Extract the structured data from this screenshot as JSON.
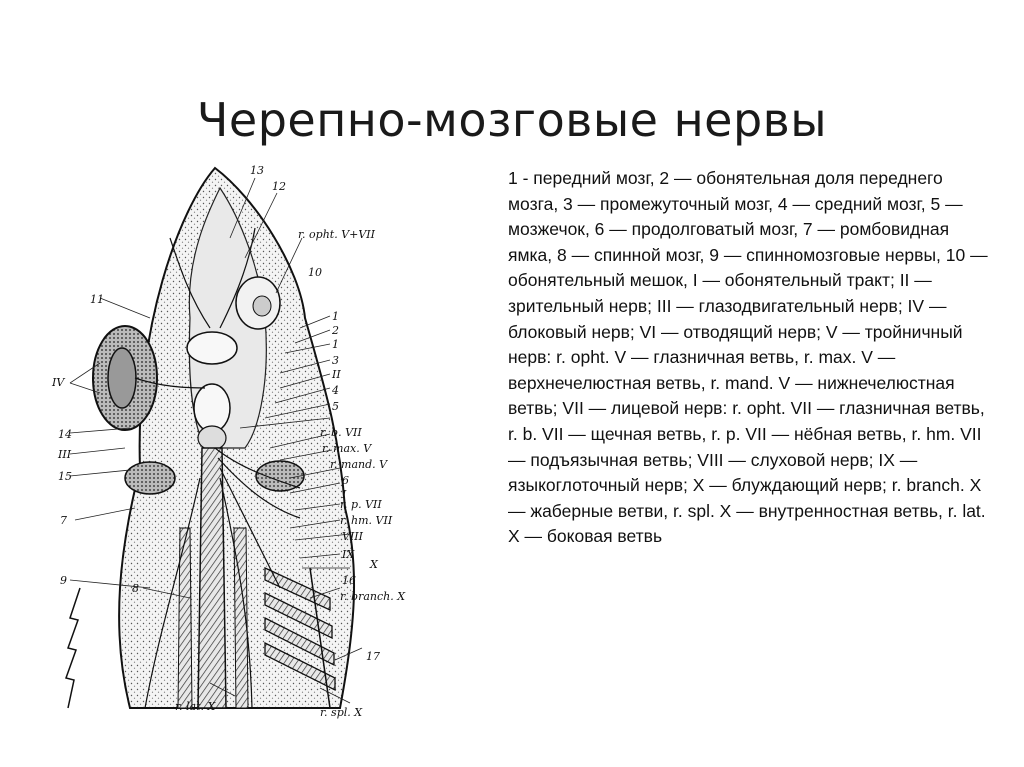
{
  "slide": {
    "title": "Черепно-мозговые нервы"
  },
  "figure": {
    "labels": {
      "l13": "13",
      "l12": "12",
      "l10": "10",
      "l11": "11",
      "l1": "1",
      "l2": "2",
      "l1b": "1",
      "l3": "3",
      "lII": "II",
      "l4": "4",
      "l5": "5",
      "lIV": "IV",
      "l14": "14",
      "lIII": "III",
      "l15": "15",
      "lI": "I",
      "l7": "7",
      "l6": "6",
      "l9": "9",
      "l8": "8",
      "lIX": "IX",
      "lX": "X",
      "l16": "16",
      "l17": "17",
      "lVIII": "VIII",
      "r_opht_V_VII": "r. opht. V+VII",
      "r_b_VII": "r. b. VII",
      "r_max_V": "r. max. V",
      "r_mand_V": "r. mand. V",
      "r_p_VII": "r. p. VII",
      "r_hm_VII": "r. hm. VII",
      "r_branch_X": "r. branch. X",
      "r_lat_X": "r. lat. X",
      "r_spl_X": "r. spl. X"
    }
  },
  "legend": {
    "text": "1 - передний мозг, 2 — обонятельная доля переднего мозга, 3 — промежуточный мозг, 4 — средний мозг, 5 — мозжечок, 6 — продолговатый мозг, 7 — ромбовидная ямка,  8 — спинной мозг, 9 — спинномозговые нервы, 10 — обонятельный мешок,  I — обонятельный тракт; II — зрительный нерв; III — глазодвигательный нерв; IV — блоковый нерв; VI — отводящий нерв; V — тройничный нерв: r. opht. V — глазничная ветвь, r. max.  V — верхнечелюстная ветвь, r. mand. V — нижнечелюстная ветвь; VII — лицевой нерв: r. opht. VII — глазничная ветвь, r. b. VII — щечная ветвь, r. p. VII — нёбная ветвь, r. hm.  VII — подъязычная ветвь; VIII — слуховой нерв; IX — языкоглоточный нерв;  X — блуждающий нерв; r. branch. X — жаберные ветви, r. spl. X — внутренностная ветвь, r. lat. X — боковая ветвь"
  }
}
